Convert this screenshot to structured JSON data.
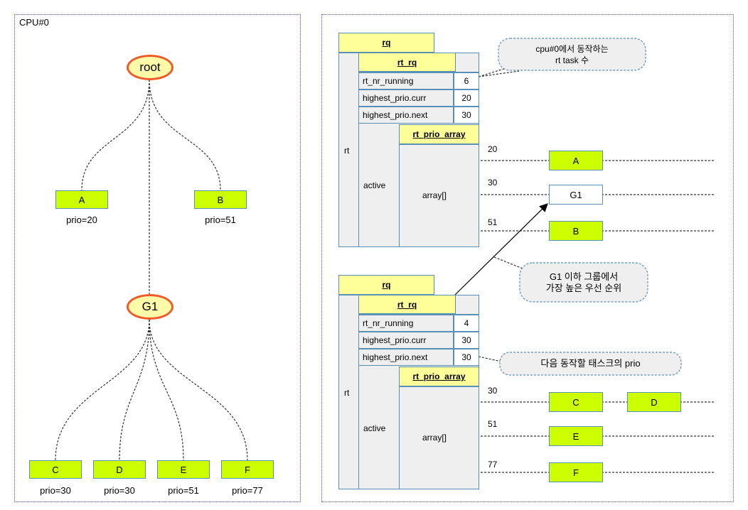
{
  "left_panel": {
    "title": "CPU#0",
    "root": "root",
    "g1": "G1",
    "nodes": [
      {
        "label": "A",
        "prio": "prio=20"
      },
      {
        "label": "B",
        "prio": "prio=51"
      },
      {
        "label": "C",
        "prio": "prio=30"
      },
      {
        "label": "D",
        "prio": "prio=30"
      },
      {
        "label": "E",
        "prio": "prio=51"
      },
      {
        "label": "F",
        "prio": "prio=77"
      }
    ]
  },
  "top_rq": {
    "rq": "rq",
    "rt_rq": "rt_rq",
    "rt": "rt",
    "rows": [
      {
        "name": "rt_nr_running",
        "value": "6"
      },
      {
        "name": "highest_prio.curr",
        "value": "20"
      },
      {
        "name": "highest_prio.next",
        "value": "30"
      }
    ],
    "active": "active",
    "prio_array": "rt_prio_array",
    "array": "array[]",
    "prio_labels": [
      "20",
      "30",
      "51"
    ],
    "tasks": [
      "A",
      "G1",
      "B"
    ]
  },
  "bottom_rq": {
    "rq": "rq",
    "rt_rq": "rt_rq",
    "rt": "rt",
    "rows": [
      {
        "name": "rt_nr_running",
        "value": "4"
      },
      {
        "name": "highest_prio.curr",
        "value": "30"
      },
      {
        "name": "highest_prio.next",
        "value": "30"
      }
    ],
    "active": "active",
    "prio_array": "rt_prio_array",
    "array": "array[]",
    "prio_labels": [
      "30",
      "51",
      "77"
    ],
    "tasks": [
      "C",
      "D",
      "E",
      "F"
    ]
  },
  "callouts": {
    "c1_line1": "cpu#0에서 동작하는",
    "c1_line2": "rt task 수",
    "c2_line1": "G1 이하 그룹에서",
    "c2_line2": "가장 높은 우선 순위",
    "c3": "다음 동작할 태스크의 prio"
  },
  "colors": {
    "node_green": "#ccff00",
    "header_yellow": "#ffff99",
    "ellipse_fill": "#fffba8",
    "ellipse_border": "#f05a2a",
    "border_blue": "#5a8fb8"
  }
}
